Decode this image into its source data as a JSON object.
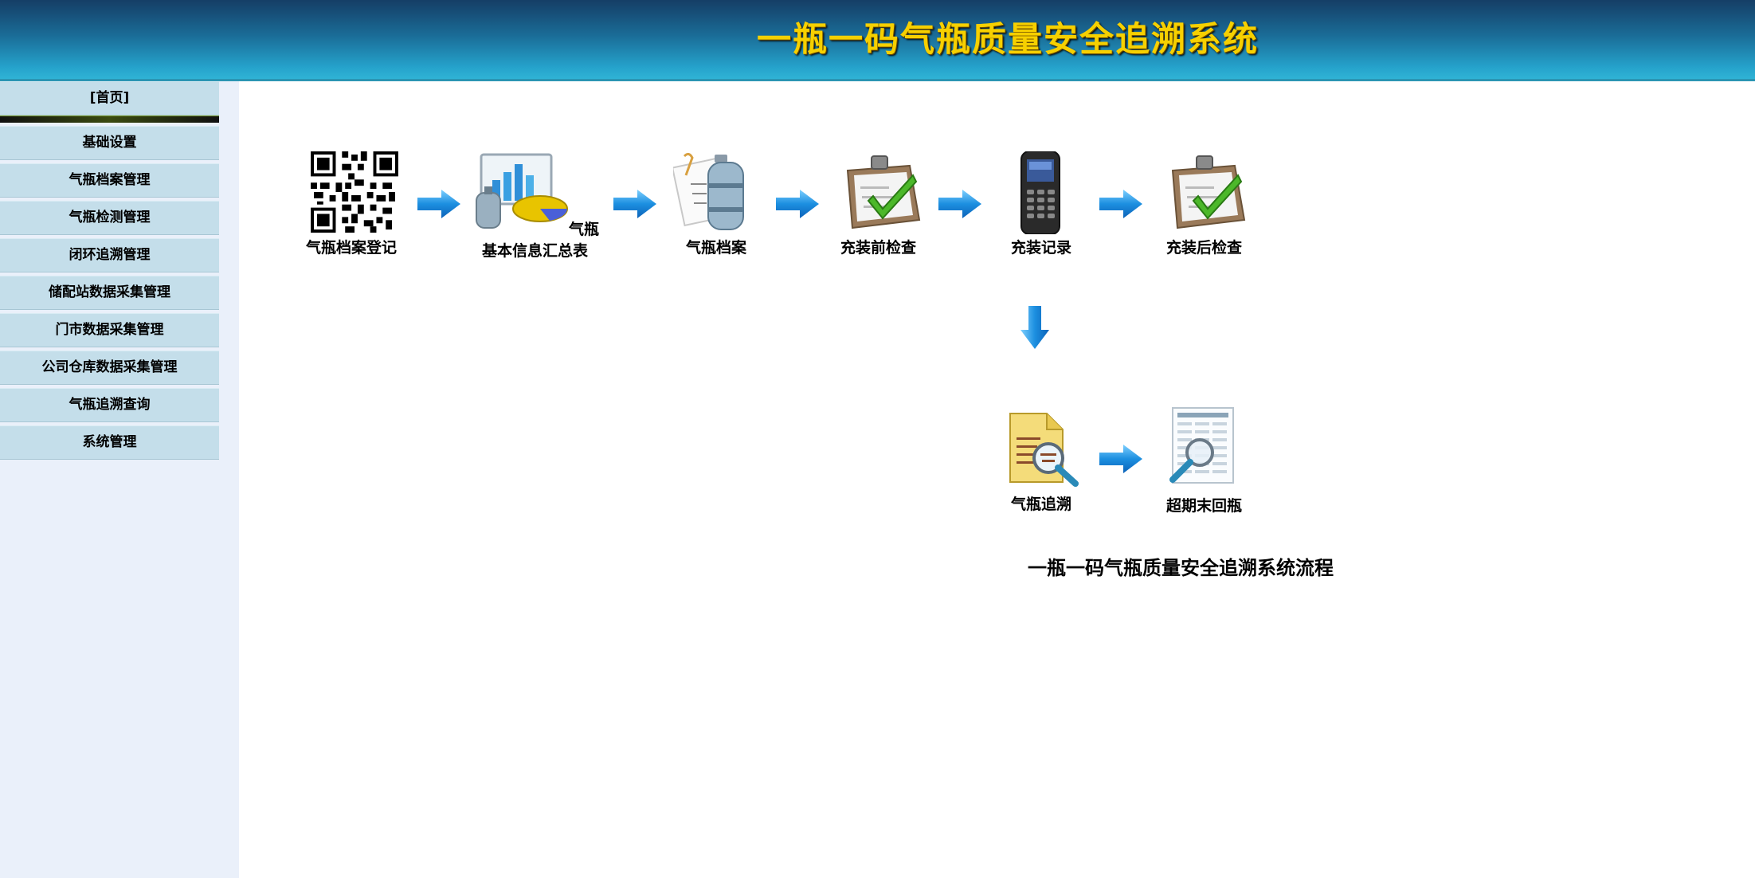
{
  "header": {
    "title": "一瓶一码气瓶质量安全追溯系统"
  },
  "sidebar": {
    "home_label": "[首页]",
    "items": [
      {
        "label": "基础设置"
      },
      {
        "label": "气瓶档案管理"
      },
      {
        "label": "气瓶检测管理"
      },
      {
        "label": "闭环追溯管理"
      },
      {
        "label": "储配站数据采集管理"
      },
      {
        "label": "门市数据采集管理"
      },
      {
        "label": "公司仓库数据采集管理"
      },
      {
        "label": "气瓶追溯查询"
      },
      {
        "label": "系统管理"
      }
    ]
  },
  "flow": {
    "steps": [
      {
        "label": "气瓶档案登记",
        "icon": "qr-code-icon"
      },
      {
        "label_line1": "气瓶",
        "label_line2": "基本信息汇总表",
        "icon": "info-summary-chart-icon"
      },
      {
        "label": "气瓶档案",
        "icon": "gas-cylinder-document-icon"
      },
      {
        "label": "充装前检查",
        "icon": "clipboard-check-icon"
      },
      {
        "label": "充装记录",
        "icon": "handheld-scanner-icon"
      },
      {
        "label": "充装后检查",
        "icon": "clipboard-check-icon"
      },
      {
        "label": "气瓶追溯",
        "icon": "document-search-icon"
      },
      {
        "label": "超期末回瓶",
        "icon": "spreadsheet-search-icon"
      }
    ],
    "title": "一瓶一码气瓶质量安全追溯系统流程"
  },
  "colors": {
    "header_top": "#153e66",
    "header_bottom": "#2fb3d5",
    "title_gold": "#f6d000",
    "menu_bg": "#c4deea",
    "sidebar_bg": "#eaf0fa",
    "arrow_blue": "#1c8fe0"
  }
}
